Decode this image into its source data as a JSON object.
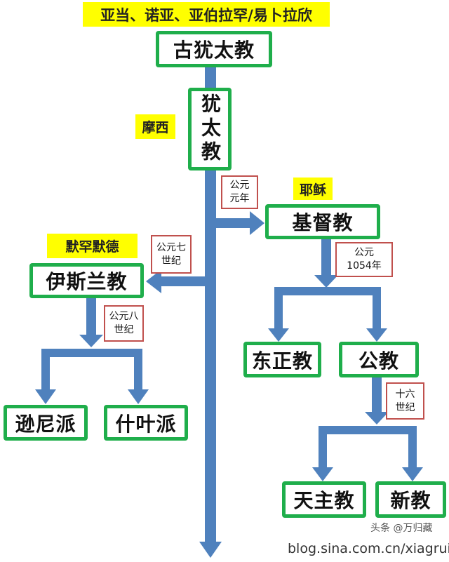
{
  "colors": {
    "box_border": "#1fae4b",
    "arrow": "#4f81bd",
    "label_bg": "#ffff00",
    "date_border": "#c0504d"
  },
  "founders": {
    "top": "亚当、诺亚、亚伯拉罕/易卜拉欣",
    "moses": "摩西",
    "jesus": "耶稣",
    "muhammad": "默罕默德"
  },
  "religions": {
    "ancient_judaism": "古犹太教",
    "judaism": "犹太教",
    "christianity": "基督教",
    "eastern_orthodox": "东正教",
    "catholic_church": "公教",
    "roman_catholic": "天主教",
    "protestant": "新教",
    "islam": "伊斯兰教",
    "sunni": "逊尼派",
    "shia": "什叶派"
  },
  "dates": {
    "year_one": "公元\n元年",
    "year_1054": "公元\n1054年",
    "seventh_century": "公元七\n世纪",
    "eighth_century": "公元八\n世纪",
    "sixteenth_century": "十六\n世纪"
  },
  "watermark": {
    "blog": "blog.sina.com.cn/xiagrui",
    "toutiao": "头条 @万归藏"
  }
}
